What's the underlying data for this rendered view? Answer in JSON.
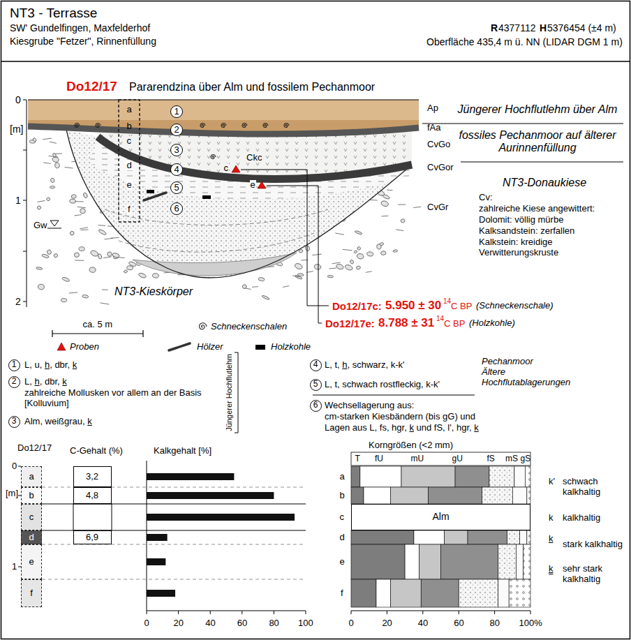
{
  "diagram": {
    "title": "NT3 - Terrasse",
    "nodes": [
      {
        "text": [
          "1"
        ]
      },
      {
        "text": [
          "2"
        ]
      },
      {
        "text": [
          "3"
        ]
      },
      {
        "text": [
          "4"
        ]
      },
      {
        "text": [
          "5"
        ]
      },
      {
        "text": [
          "6"
        ]
      },
      {
        "text": [
          "1"
        ]
      },
      {
        "text": [
          "2"
        ]
      },
      {
        "text": [
          "3"
        ]
      },
      {
        "text": [
          "4"
        ]
      },
      {
        "text": [
          "5"
        ]
      },
      {
        "text": [
          "6"
        ]
      },
      {
        "text": [
          "a"
        ]
      },
      {
        "text": [
          "b"
        ]
      },
      {
        "text": [
          "c"
        ]
      },
      {
        "text": [
          "d"
        ]
      },
      {
        "text": [
          "e"
        ]
      },
      {
        "text": [
          "f"
        ]
      },
      {
        "text": [
          "3,2"
        ]
      },
      {
        "text": [
          "4,8"
        ]
      },
      {
        "text": [
          "6,9"
        ]
      },
      {
        "text": [
          "Alm"
        ]
      }
    ],
    "labels": [
      "SW' Gundelfingen, Maxfelderhof",
      "Kiesgrube \"Fetzer\", Rinnenfüllung",
      "R",
      "4377112",
      "H",
      "5376454 (±4 m)",
      "Oberfläche 435,4 m ü. NN (LIDAR DGM 1 m)",
      "Do12/17",
      "Pararendzina über Alm und fossilem Pechanmoor",
      "0",
      "[m]",
      "1",
      "2",
      "a",
      "b",
      "c",
      "d",
      "e",
      "f",
      "Ap",
      "fAa",
      "Ckc",
      "CvGo",
      "c",
      "CvGor",
      "e",
      "CvGr",
      "Jüngerer Hochflutlehm über Alm",
      "fossiles Pechanmoor auf älterer Aurinnenfüllung",
      "NT3-Donaukiese",
      "Cv:",
      "zahlreiche Kiese angewittert:",
      "Dolomit: völlig mürbe",
      "Kalksandstein: zerfallen",
      "Kalkstein: kreidige Verwitterungskruste",
      "Gw",
      "NT3-Kieskörper",
      "Do12/17c:",
      "5.950 ± 30",
      "14",
      "C BP",
      "(Schneckenschale)",
      "Do12/17e:",
      "8.788 ± 31",
      "14",
      "C BP",
      "(Holzkohle)",
      "ca. 5 m",
      "L, u, h, dbr, k",
      "L, h, dbr, k",
      "zahlreiche Mollusken vor allem an der Basis [Kolluvium]",
      "Alm, weißgrau, k",
      "Jüngerer Hochflutlehm",
      "L, t, h, schwarz, k-k'",
      "Pechanmoor",
      "Ältere Hochflutablagerungen",
      "L, t, schwach rostfleckig, k-k'",
      "Wechsellagerung aus:",
      "cm-starken Kiesbändern (bis gG) und",
      "Lagen aus L, fs, hgr, k und fS, l', hgr, k",
      "Do12/17",
      "0",
      "[m]",
      "1",
      "C-Gehalt (%)",
      "Kalkgehalt [%]",
      "0",
      "20",
      "40",
      "60",
      "80",
      "100",
      "Korngrößen (<2 mm)",
      "T",
      "fU",
      "mU",
      "gU",
      "fS",
      "mS",
      "gS",
      "a",
      "b",
      "c",
      "d",
      "e",
      "f",
      "0",
      "20",
      "40",
      "60",
      "80",
      "100%",
      "k'",
      "schwach kalkhaltig",
      "k",
      "kalkhaltig",
      "k",
      "stark kalkhaltig",
      "k",
      "sehr stark kalkhaltig"
    ],
    "legend": [
      {
        "text": "Schneckenschalen"
      },
      {
        "text": "Proben"
      },
      {
        "text": "Hölzer"
      },
      {
        "text": "Holzkohle"
      }
    ]
  }
}
